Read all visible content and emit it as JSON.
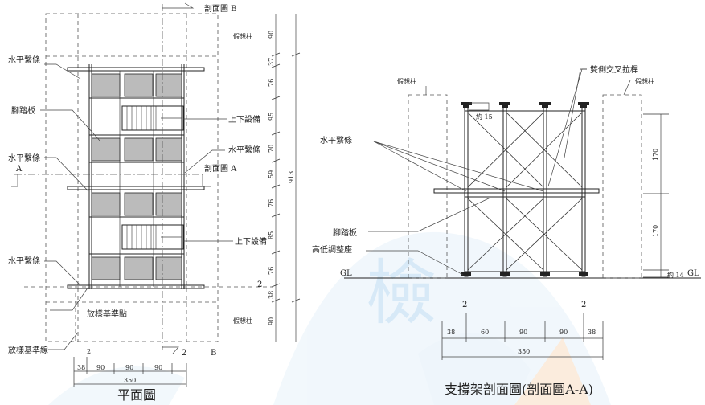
{
  "plan": {
    "title": "平面圖",
    "section_b_top": "剖面圖 B",
    "section_b_bottom": "B",
    "section_a": "剖面圖 A",
    "section_a_marker": "A",
    "dummy_column_top": "假想柱",
    "dummy_column_bottom": "假想柱",
    "labels": {
      "horizontal_tie_1": "水平繫條",
      "scaffold_board": "腳踏板",
      "horizontal_tie_2": "水平繫條",
      "horizontal_tie_right": "水平繫條",
      "horizontal_tie_3": "水平繫條",
      "layout_reference_point": "放樣基準點",
      "layout_reference_line": "放樣基準線",
      "stair_up_1": "上下設備",
      "stair_up_2": "上下設備"
    },
    "vertical_dims": [
      "90",
      "37",
      "76",
      "95",
      "70",
      "59",
      "76",
      "85",
      "76",
      "38",
      "90"
    ],
    "total_dim": "913",
    "marker_2_right": "2",
    "marker_2_bottom_left": "2",
    "marker_2_bottom_mid": "2",
    "horizontal_dims": [
      "38",
      "90",
      "90",
      "90"
    ],
    "total_width": "350"
  },
  "section": {
    "title": "支撐架剖面圖(剖面圖A-A)",
    "labels": {
      "dummy_column_left": "假想柱",
      "dummy_column_right": "假想柱",
      "cross_brace": "雙側交叉拉桿",
      "horizontal_tie": "水平繫條",
      "scaffold_board": "腳踏板",
      "base_jack": "高低調整座",
      "approx_15": "約 15",
      "approx_14": "約 14",
      "gl_left": "GL",
      "gl_right": "GL"
    },
    "height_dims": [
      "170",
      "170"
    ],
    "marker_2_left": "2",
    "marker_2_right": "2",
    "horizontal_dims": [
      "38",
      "60",
      "90",
      "90",
      "38"
    ],
    "total_width": "350"
  },
  "watermark": "檢"
}
